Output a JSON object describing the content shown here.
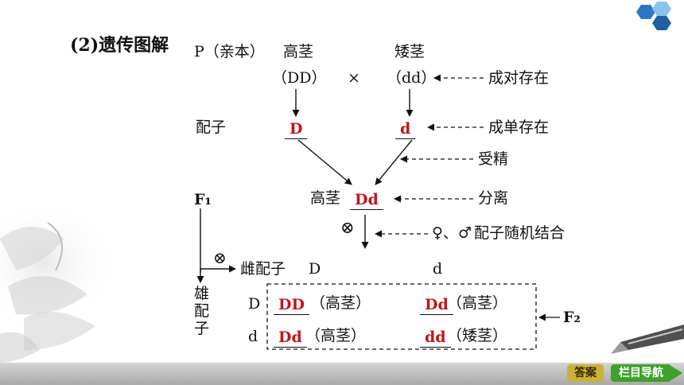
{
  "heading": "(2)遗传图解",
  "row_p": {
    "label": "P（亲本）",
    "tall": "高茎",
    "short": "矮茎"
  },
  "genotypes": {
    "parent_tall": "（DD）",
    "cross": "×",
    "parent_short": "（dd）"
  },
  "notes": {
    "paired": "成对存在",
    "single": "成单存在",
    "fertilization": "受精",
    "separation": "分离",
    "random_union": "配子随机结合",
    "f2": "F₂"
  },
  "gender_symbols": "♀、♂",
  "gamete_label": "配子",
  "answers": {
    "gamete_d_upper": "D",
    "gamete_d_lower": "d",
    "f1_genotype": "Dd",
    "dd_upper": "DD",
    "dd_mixed_1": "Dd",
    "dd_mixed_2": "Dd",
    "dd_lower": "dd"
  },
  "f1": {
    "label": "F₁",
    "phenotype": "高茎"
  },
  "self_symbol": "⊗",
  "punnett": {
    "female_header": "雌配子",
    "female_gametes": [
      "D",
      "d"
    ],
    "male_header": [
      "雄",
      "配",
      "子"
    ],
    "male_gametes": [
      "D",
      "d"
    ],
    "phenotypes": [
      "（高茎）",
      "（高茎）",
      "（高茎）",
      "（矮茎）"
    ]
  },
  "footer": {
    "answer_button": "答案",
    "nav_button": "栏目导航"
  },
  "colors": {
    "answer": "#c0141c",
    "footer_bar": "#b0b0b0",
    "nav_button": "#3ea12c",
    "answer_button": "#c8b23a",
    "logo": "#2a78c2"
  }
}
